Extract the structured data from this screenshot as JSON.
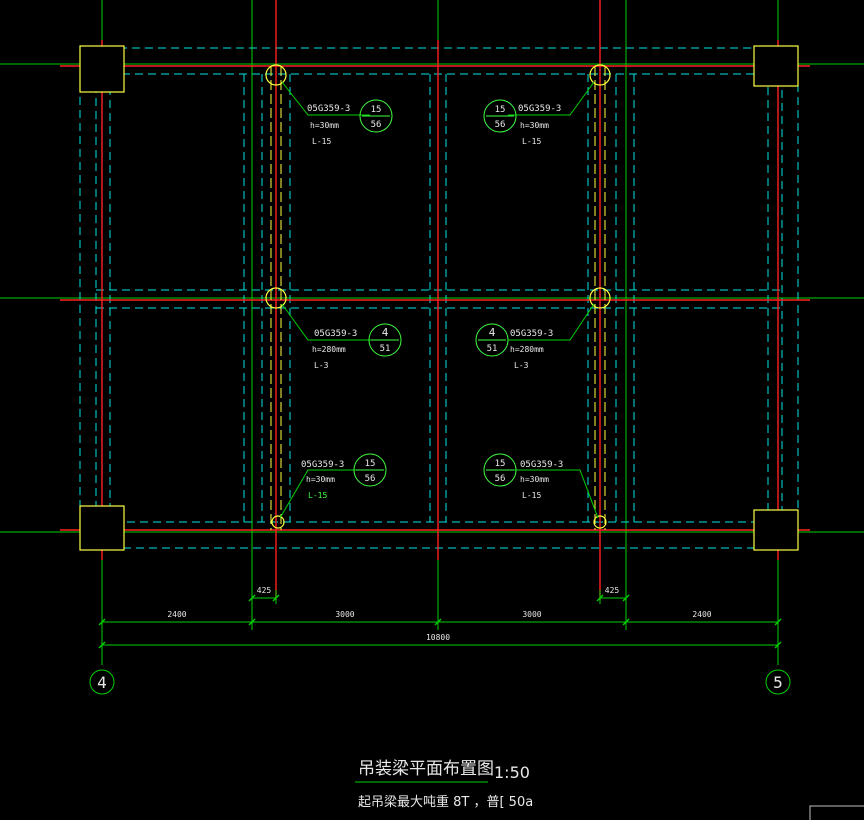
{
  "colors": {
    "background": "#000000",
    "axis_red": "#ff2020",
    "grid_green": "#00d000",
    "dashed_cyan": "#00e5e5",
    "column_yellow": "#ffff40",
    "text_white": "#e8e8e8",
    "annotation_green": "#40ff40"
  },
  "beam_labels": [
    {
      "code": "05G359-3",
      "height": "h=30mm",
      "name": "L-15",
      "num_top": "15",
      "num_bottom": "56"
    },
    {
      "code": "05G359-3",
      "height": "h=30mm",
      "name": "L-15",
      "num_top": "15",
      "num_bottom": "56"
    },
    {
      "code": "05G359-3",
      "height": "h=280mm",
      "name": "L-3",
      "num_top": "4",
      "num_bottom": "51"
    },
    {
      "code": "05G359-3",
      "height": "h=280mm",
      "name": "L-3",
      "num_top": "4",
      "num_bottom": "51"
    },
    {
      "code": "05G359-3",
      "height": "h=30mm",
      "name": "L-15",
      "num_top": "15",
      "num_bottom": "56"
    },
    {
      "code": "05G359-3",
      "height": "h=30mm",
      "name": "L-15",
      "num_top": "15",
      "num_bottom": "56"
    }
  ],
  "dimensions": {
    "offset_left": "425",
    "offset_right": "425",
    "spans": [
      "2400",
      "3000",
      "3000",
      "2400"
    ],
    "total": "10800"
  },
  "axes": {
    "left": "4",
    "right": "5"
  },
  "title": {
    "main": "吊装梁平面布置图",
    "scale": "1:50",
    "sub": "起吊梁最大吨重   8T ，普[  50a"
  }
}
